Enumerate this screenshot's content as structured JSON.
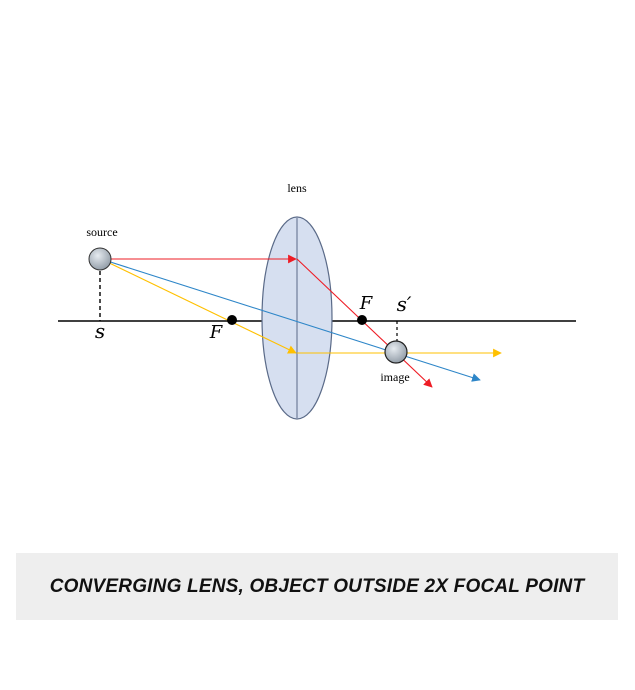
{
  "diagram": {
    "labels": {
      "lens": "lens",
      "source": "source",
      "image": "image",
      "object_position": "s",
      "focal_left": "F",
      "focal_right": "F",
      "image_position": "s′"
    },
    "colors": {
      "axis": "#000000",
      "lens_fill": "#d6dff0",
      "lens_stroke": "#5a6a88",
      "ray_red": "#ee1c25",
      "ray_yellow": "#ffc000",
      "ray_blue": "#2e86c8",
      "source_fill": "#a9b4bf",
      "image_fill": "#a9b4bf"
    }
  },
  "caption": {
    "text": "CONVERGING LENS, OBJECT OUTSIDE 2X FOCAL POINT"
  }
}
